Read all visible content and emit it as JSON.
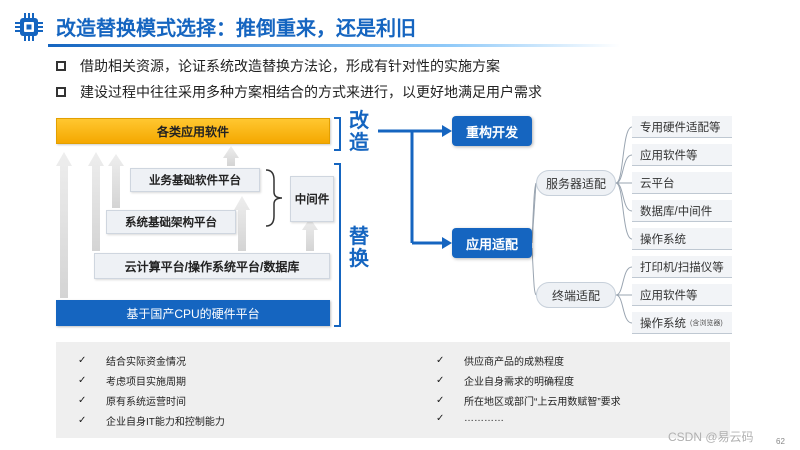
{
  "header": {
    "title": "改造替换模式选择：推倒重来，还是利旧",
    "bullets": [
      "借助相关资源，论证系统改造替换方法论，形成有针对性的实施方案",
      "建设过程中往往采用多种方案相结合的方式来进行，以更好地满足用户需求"
    ]
  },
  "stack": {
    "app_software": "各类应用软件",
    "biz_platform": "业务基础软件平台",
    "sys_arch": "系统基础架构平台",
    "middleware": "中间件",
    "cloud": "云计算平台/操作系统平台/数据库",
    "hardware": "基于国产CPU的硬件平台"
  },
  "labels": {
    "gai": [
      "改",
      "造"
    ],
    "huan": [
      "替",
      "换"
    ]
  },
  "tree": {
    "rebuild": "重构开发",
    "adapt": "应用适配",
    "server": "服务器适配",
    "terminal": "终端适配",
    "server_leaves": [
      "专用硬件适配等",
      "应用软件等",
      "云平台",
      "数据库/中间件",
      "操作系统"
    ],
    "terminal_leaves": [
      "打印机/扫描仪等",
      "应用软件等",
      "操作系统"
    ],
    "terminal_leaf_note": "(含浏览器)"
  },
  "factors": {
    "check_mark": "✓",
    "left": [
      "结合实际资金情况",
      "考虑项目实施周期",
      "原有系统运营时间",
      "企业自身IT能力和控制能力"
    ],
    "right": [
      "供应商产品的成熟程度",
      "企业自身需求的明确程度",
      "所在地区或部门“上云用数赋智”要求",
      "…………"
    ]
  },
  "footer": {
    "watermark": "CSDN @易云码",
    "page_number": "62"
  },
  "colors": {
    "primary_blue": "#1565c0",
    "accent_yellow": "#f5a800",
    "panel_gray": "#efefef"
  }
}
